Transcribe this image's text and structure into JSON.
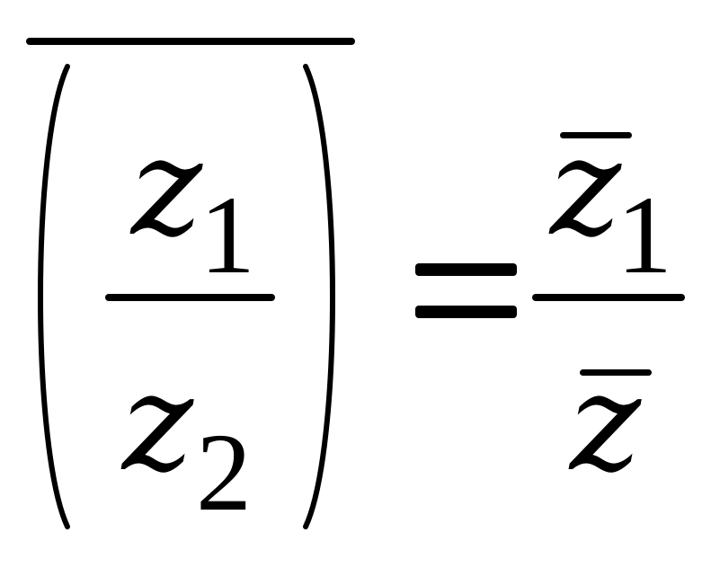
{
  "equation": {
    "lhs": {
      "numerator": {
        "variable": "z",
        "subscript": "1"
      },
      "denominator": {
        "variable": "z",
        "subscript": "2"
      }
    },
    "operator": "=",
    "rhs": {
      "numerator": {
        "variable": "z",
        "subscript": "1"
      },
      "denominator": {
        "variable": "z"
      }
    }
  }
}
